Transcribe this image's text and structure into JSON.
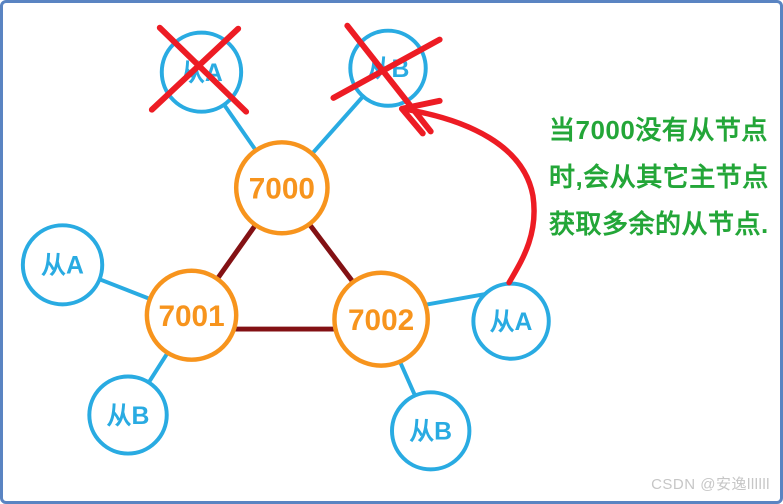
{
  "frame": {
    "border_color": "#5A84C2",
    "background": "#FFFFFF"
  },
  "colors": {
    "master_node": "#F7941D",
    "slave_node": "#29ABE2",
    "master_link": "#831114",
    "slave_link": "#29ABE2",
    "failure_cross": "#ED1C24",
    "transfer_arrow": "#ED1C24",
    "annotation_text": "#23A638",
    "watermark_text": "#C6C6C6",
    "node_fill": "#FFFFFF"
  },
  "nodes": {
    "slave_a_failed": {
      "label": "从A",
      "status": "failed"
    },
    "slave_b_failed": {
      "label": "从B",
      "status": "failed"
    },
    "master_7000": {
      "label": "7000"
    },
    "master_7001": {
      "label": "7001"
    },
    "master_7002": {
      "label": "7002"
    },
    "slave_a_7001": {
      "label": "从A"
    },
    "slave_b_7001": {
      "label": "从B"
    },
    "slave_a_7002": {
      "label": "从A"
    },
    "slave_b_7002": {
      "label": "从B"
    }
  },
  "annotation": {
    "line1": "当7000没有从节点",
    "line2": "时,会从其它主节点",
    "line3": "获取多余的从节点."
  },
  "watermark": "CSDN @安逸llllll"
}
